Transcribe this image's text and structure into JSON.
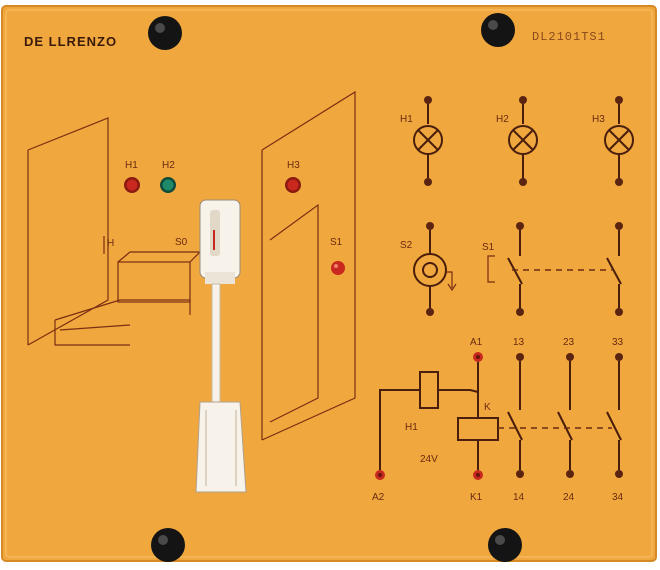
{
  "panel": {
    "brand": "DE LLRENZO",
    "model_code": "DL2101TS1"
  },
  "colors": {
    "panel": "#f0a73e",
    "ink": "#5a2410",
    "lamp_red": "#c8281e",
    "lamp_green": "#1e8a6a",
    "knob": "#141414"
  },
  "lamps": {
    "h1": "H1",
    "h2": "H2",
    "h3": "H3"
  },
  "scene": {
    "lamp_h1": "H1",
    "lamp_h2": "H2",
    "lamp_h3": "H3",
    "switch_s0": "S0",
    "button_s1": "S1",
    "door_mark": "H"
  },
  "controls": {
    "s2": "S2",
    "s1": "S1"
  },
  "relay": {
    "a1": "A1",
    "a2": "A2",
    "k": "K",
    "k1": "K1",
    "voltage": "24V",
    "terminals_top": [
      "13",
      "23",
      "33"
    ],
    "terminals_bottom": [
      "14",
      "24",
      "34"
    ]
  },
  "icons": [
    "knob-screw-icon",
    "lamp-icon",
    "motor-icon",
    "switch-icon",
    "relay-coil-icon"
  ]
}
